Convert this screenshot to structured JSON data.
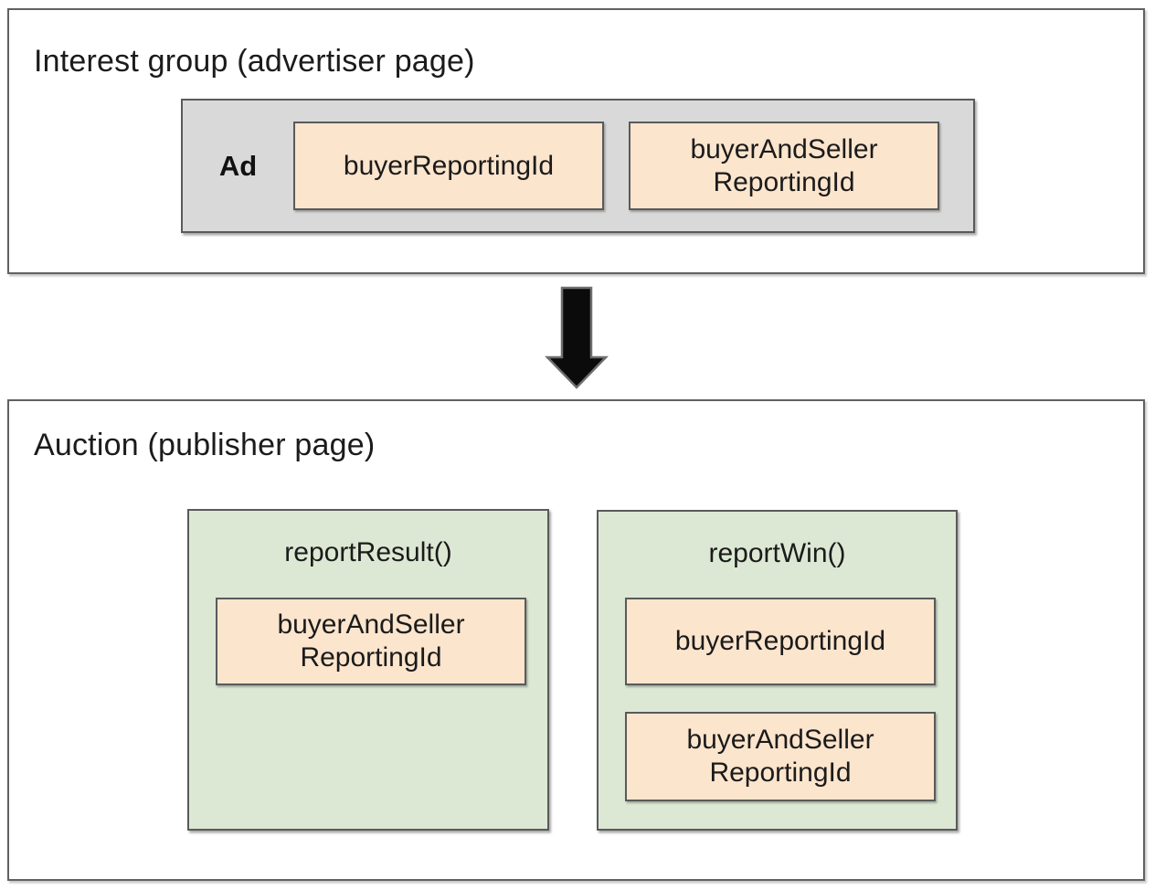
{
  "palette": {
    "peach_fill": "#fce5cd",
    "green_fill": "#dce8d4",
    "gray_fill": "#d9d9d9",
    "box_border": "#5a5a5a",
    "container_border": "#616161",
    "text": "#1b1b1b",
    "arrow_fill": "#0b0b0b"
  },
  "interest_group": {
    "title": "Interest group (advertiser page)",
    "ad": {
      "label": "Ad",
      "fields": [
        {
          "lines": [
            "buyerReportingId"
          ]
        },
        {
          "lines": [
            "buyerAndSeller",
            "ReportingId"
          ]
        }
      ]
    }
  },
  "arrow": {
    "icon": "down-arrow-icon"
  },
  "auction": {
    "title": "Auction (publisher page)",
    "functions": [
      {
        "name": "reportResult()",
        "fields": [
          {
            "lines": [
              "buyerAndSeller",
              "ReportingId"
            ]
          }
        ]
      },
      {
        "name": "reportWin()",
        "fields": [
          {
            "lines": [
              "buyerReportingId"
            ]
          },
          {
            "lines": [
              "buyerAndSeller",
              "ReportingId"
            ]
          }
        ]
      }
    ]
  }
}
